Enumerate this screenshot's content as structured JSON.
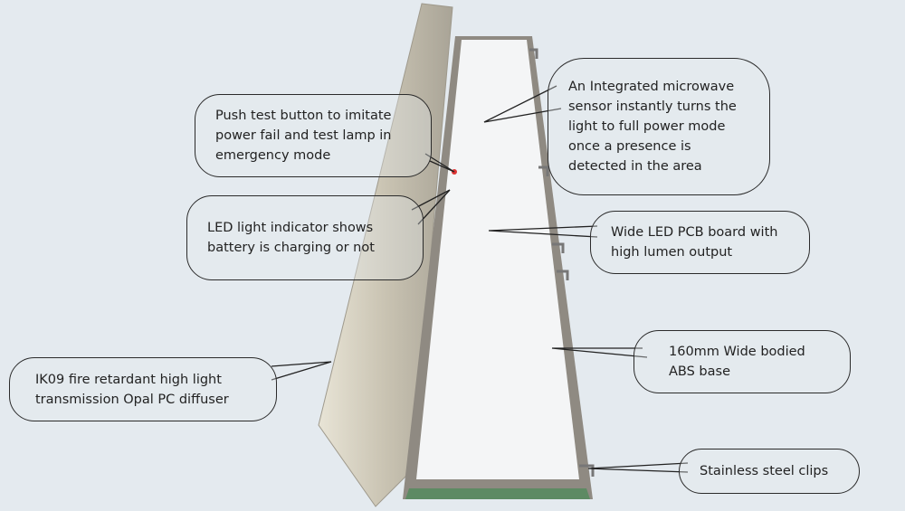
{
  "callouts": {
    "test_button": "Push test button to imitate power fail and test lamp in emergency mode",
    "led_indicator": "LED light indicator shows battery is charging or not",
    "microwave_sensor": "An Integrated microwave sensor instantly turns the light to full power mode once a presence is detected in the area",
    "pcb_board": "Wide LED PCB board with high lumen output",
    "abs_base": "160mm Wide bodied ABS base",
    "diffuser": "IK09 fire retardant high light transmission Opal PC diffuser",
    "clips": "Stainless steel clips"
  },
  "colors": {
    "background": "#e4eaef",
    "diffuser": "#cfc9b8",
    "pcb": "#f4f5f6",
    "base": "#8f8a82"
  }
}
